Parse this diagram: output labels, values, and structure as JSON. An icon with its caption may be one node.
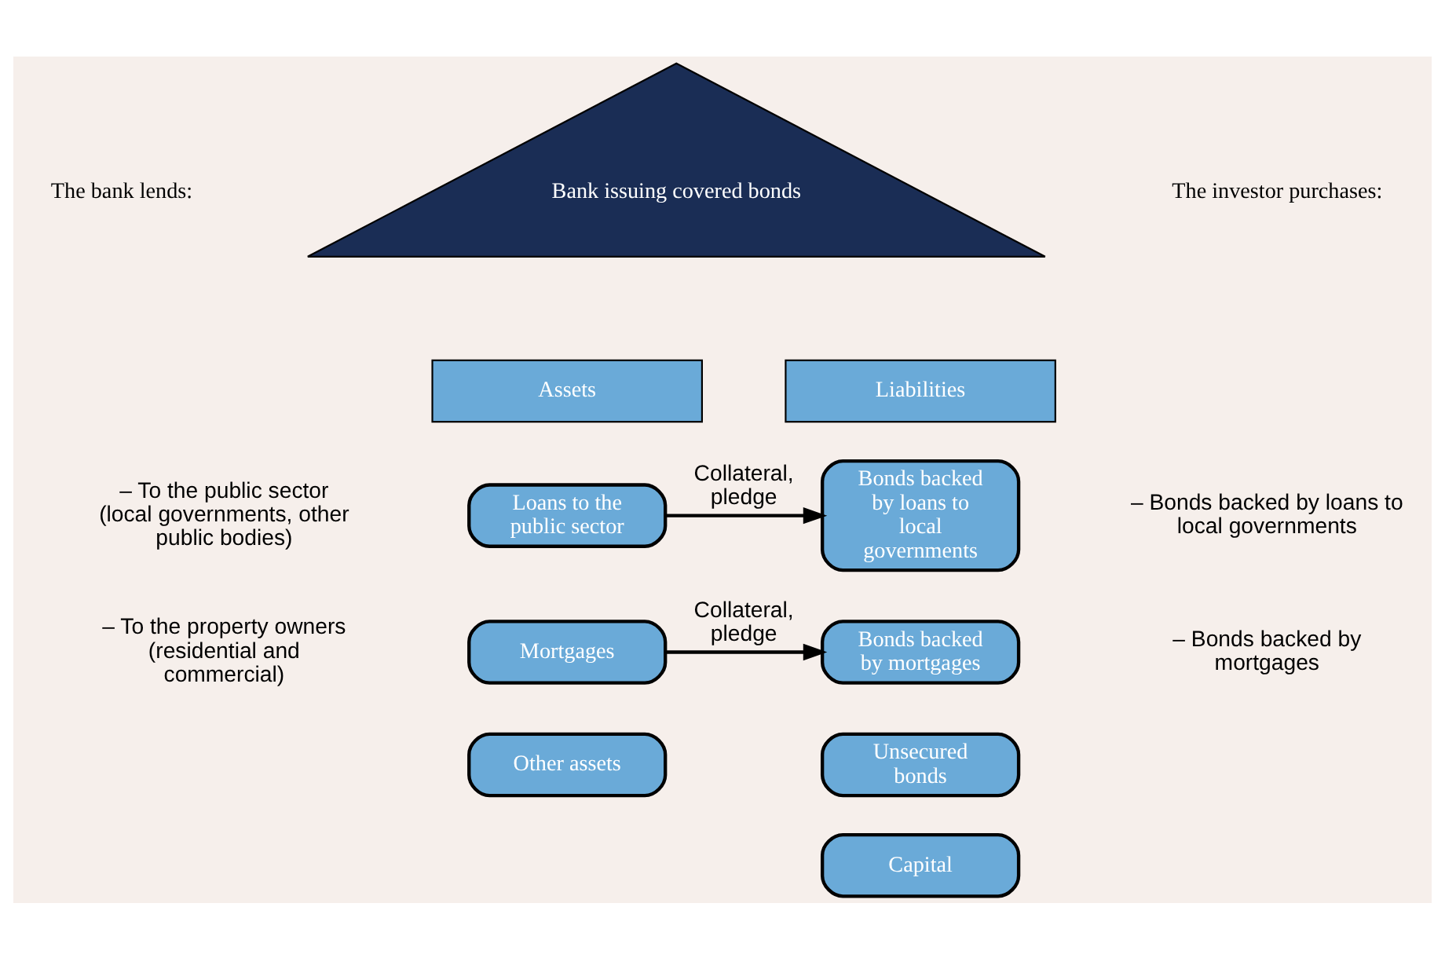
{
  "diagram": {
    "nodes": [
      {
        "text": [
          "Bank issuing covered bonds"
        ]
      },
      {
        "text": [
          "Assets"
        ]
      },
      {
        "text": [
          "Liabilities"
        ]
      },
      {
        "text": [
          "Loans to the public sector"
        ]
      },
      {
        "text": [
          "Bonds backed by loans to local governments"
        ]
      },
      {
        "text": [
          "Mortgages"
        ]
      },
      {
        "text": [
          "Bonds backed by mortgages"
        ]
      },
      {
        "text": [
          "Other assets"
        ]
      },
      {
        "text": [
          "Unsecured bonds"
        ]
      },
      {
        "text": [
          "Capital"
        ]
      }
    ],
    "edges": [
      {
        "from": 3,
        "to": 4,
        "arrow": "to",
        "label": "Collateral, pledge"
      },
      {
        "from": 5,
        "to": 6,
        "arrow": "to",
        "label": "Collateral, pledge"
      }
    ],
    "labels": [
      "The bank lends:",
      "The investor purchases:",
      "– To the public sector (local governments, other public bodies)",
      "– Bonds backed by loans to local governments",
      "– To the property owners (residential and commercial)",
      "– Bonds backed by mortgages"
    ]
  }
}
